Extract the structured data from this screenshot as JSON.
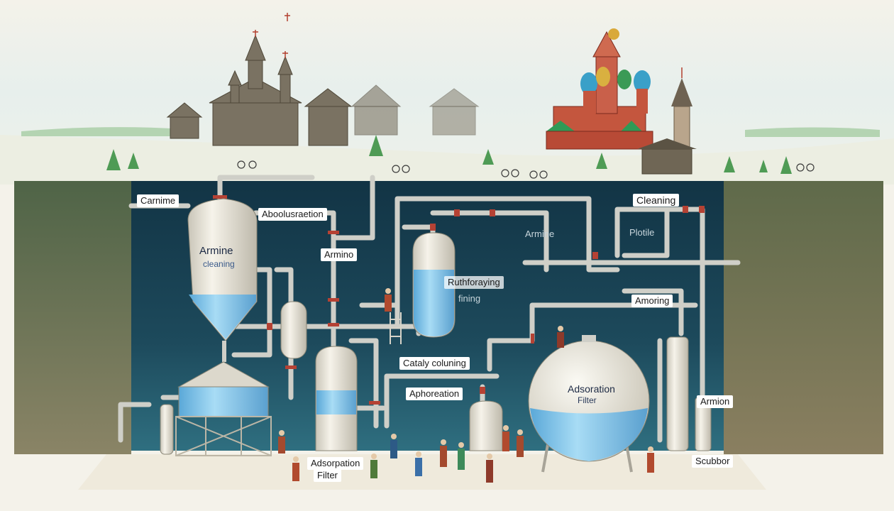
{
  "labels": {
    "carnime": "Carnime",
    "aboluration": "Aboolusraetion",
    "amine_tank": "Armine",
    "cleaning_tank": "cleaning",
    "armino": "Armino",
    "armine_right": "Armine",
    "rutforaying": "Ruthforaying",
    "fining": "fining",
    "cleaning_top": "Cleaning",
    "plotile": "Plotile",
    "amoring": "Amoring",
    "cataly": "Cataly coluning",
    "aphoreation": "Aphoreation",
    "adsoration": "Adsoration",
    "filter_sphere": "Filter",
    "adsorpation": "Adsorpation",
    "filter_bottom": "Filter",
    "armion": "Armion",
    "scubbor": "Scubbor"
  },
  "colors": {
    "sky": "#eef1ec",
    "underground": "#1d4a5c",
    "underground_deep": "#123445",
    "soil_left": "#5f6a4a",
    "soil_right": "#7a735a",
    "pipe": "#cfcfc8",
    "pipe_joint": "#b54234",
    "tank": "#ece8dc",
    "liquid": "#7fc3ea",
    "church_red": "#c4563e",
    "dome_green": "#2f9a56",
    "wood": "#6f6655"
  }
}
